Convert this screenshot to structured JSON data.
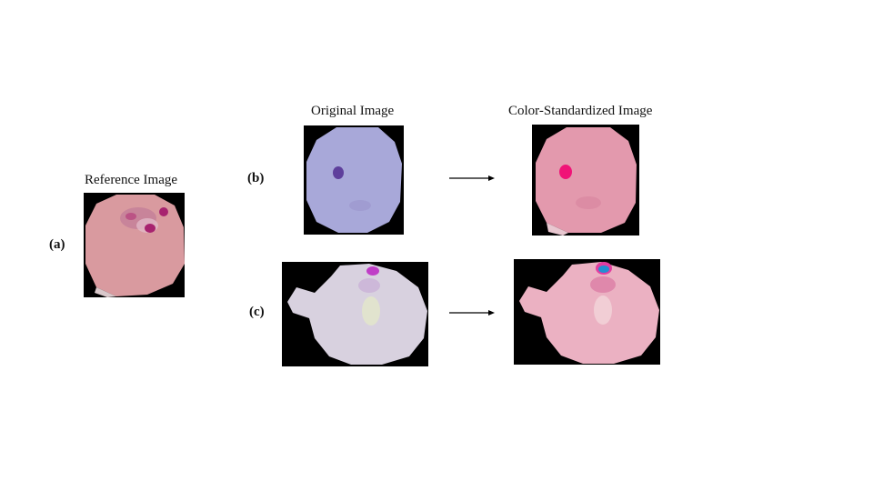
{
  "captions": {
    "reference": "Reference Image",
    "original": "Original Image",
    "standardized": "Color-Standardized Image"
  },
  "labels": {
    "a": "(a)",
    "b": "(b)",
    "c": "(c)"
  },
  "colors": {
    "background": "#000000",
    "reference_cell": "#d99a9f",
    "reference_parasite": "#a7236f",
    "original_b_cell": "#a8a8d9",
    "original_b_parasite": "#5e3f9c",
    "standardized_b_cell": "#e399ad",
    "standardized_b_parasite": "#f01377",
    "original_c_cell": "#d8d1df",
    "original_c_parasite": "#c03ec7",
    "standardized_c_cell": "#ebb1c2",
    "standardized_c_parasite": "#228fd2"
  }
}
